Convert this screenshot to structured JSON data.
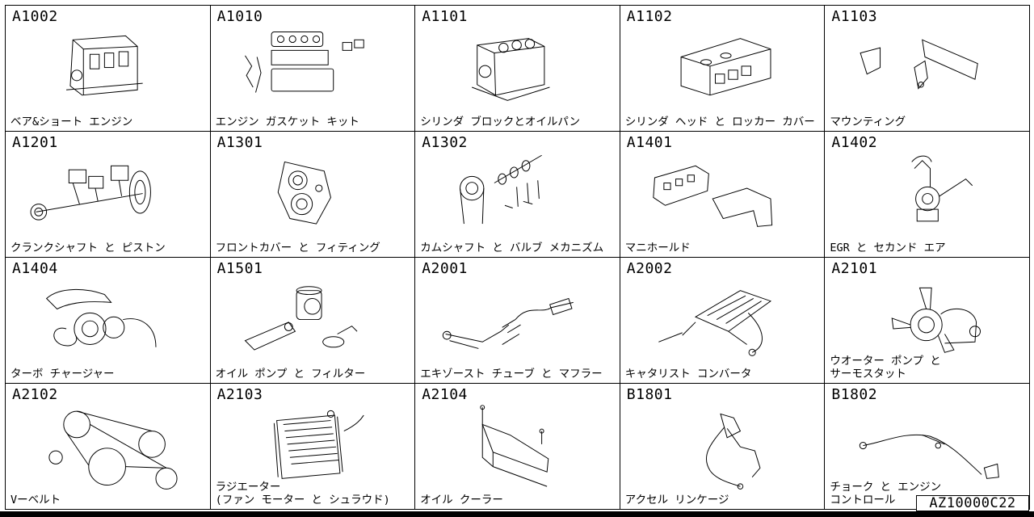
{
  "catalog": {
    "reference_code": "AZ10000C22",
    "cells": [
      {
        "code": "A1002",
        "label": "ベア&ショート エンジン",
        "icon": "engine-block-icon"
      },
      {
        "code": "A1010",
        "label": "エンジン ガスケット キット",
        "icon": "gasket-kit-icon"
      },
      {
        "code": "A1101",
        "label": "シリンダ ブロックとオイルパン",
        "icon": "cylinder-block-icon"
      },
      {
        "code": "A1102",
        "label": "シリンダ ヘッド と ロッカー カバー",
        "icon": "cylinder-head-icon"
      },
      {
        "code": "A1103",
        "label": "マウンティング",
        "icon": "mounting-icon"
      },
      {
        "code": "A1201",
        "label": "クランクシャフト と ピストン",
        "icon": "crankshaft-piston-icon"
      },
      {
        "code": "A1301",
        "label": "フロントカバー と フィティング",
        "icon": "front-cover-icon"
      },
      {
        "code": "A1302",
        "label": "カムシャフト と バルブ メカニズム",
        "icon": "camshaft-valve-icon"
      },
      {
        "code": "A1401",
        "label": "マニホールド",
        "icon": "manifold-icon"
      },
      {
        "code": "A1402",
        "label": "EGR と セカンド エア",
        "icon": "egr-valve-icon"
      },
      {
        "code": "A1404",
        "label": "ターボ チャージャー",
        "icon": "turbocharger-icon"
      },
      {
        "code": "A1501",
        "label": "オイル ポンプ と フィルター",
        "icon": "oil-pump-filter-icon"
      },
      {
        "code": "A2001",
        "label": "エキゾースト チューブ と マフラー",
        "icon": "exhaust-muffler-icon"
      },
      {
        "code": "A2002",
        "label": "キャタリスト コンバータ",
        "icon": "catalytic-converter-icon"
      },
      {
        "code": "A2101",
        "label": "ウオーター ポンプ と\n  サーモスタット",
        "icon": "water-pump-icon"
      },
      {
        "code": "A2102",
        "label": "Vーベルト",
        "icon": "v-belt-icon"
      },
      {
        "code": "A2103",
        "label": "ラジエーター\n(ファン モーター と シュラウド)",
        "icon": "radiator-icon"
      },
      {
        "code": "A2104",
        "label": "オイル クーラー",
        "icon": "oil-cooler-icon"
      },
      {
        "code": "B1801",
        "label": "アクセル リンケージ",
        "icon": "accelerator-linkage-icon"
      },
      {
        "code": "B1802",
        "label": "チョーク と エンジン\nコントロール",
        "icon": "choke-cable-icon"
      }
    ]
  }
}
